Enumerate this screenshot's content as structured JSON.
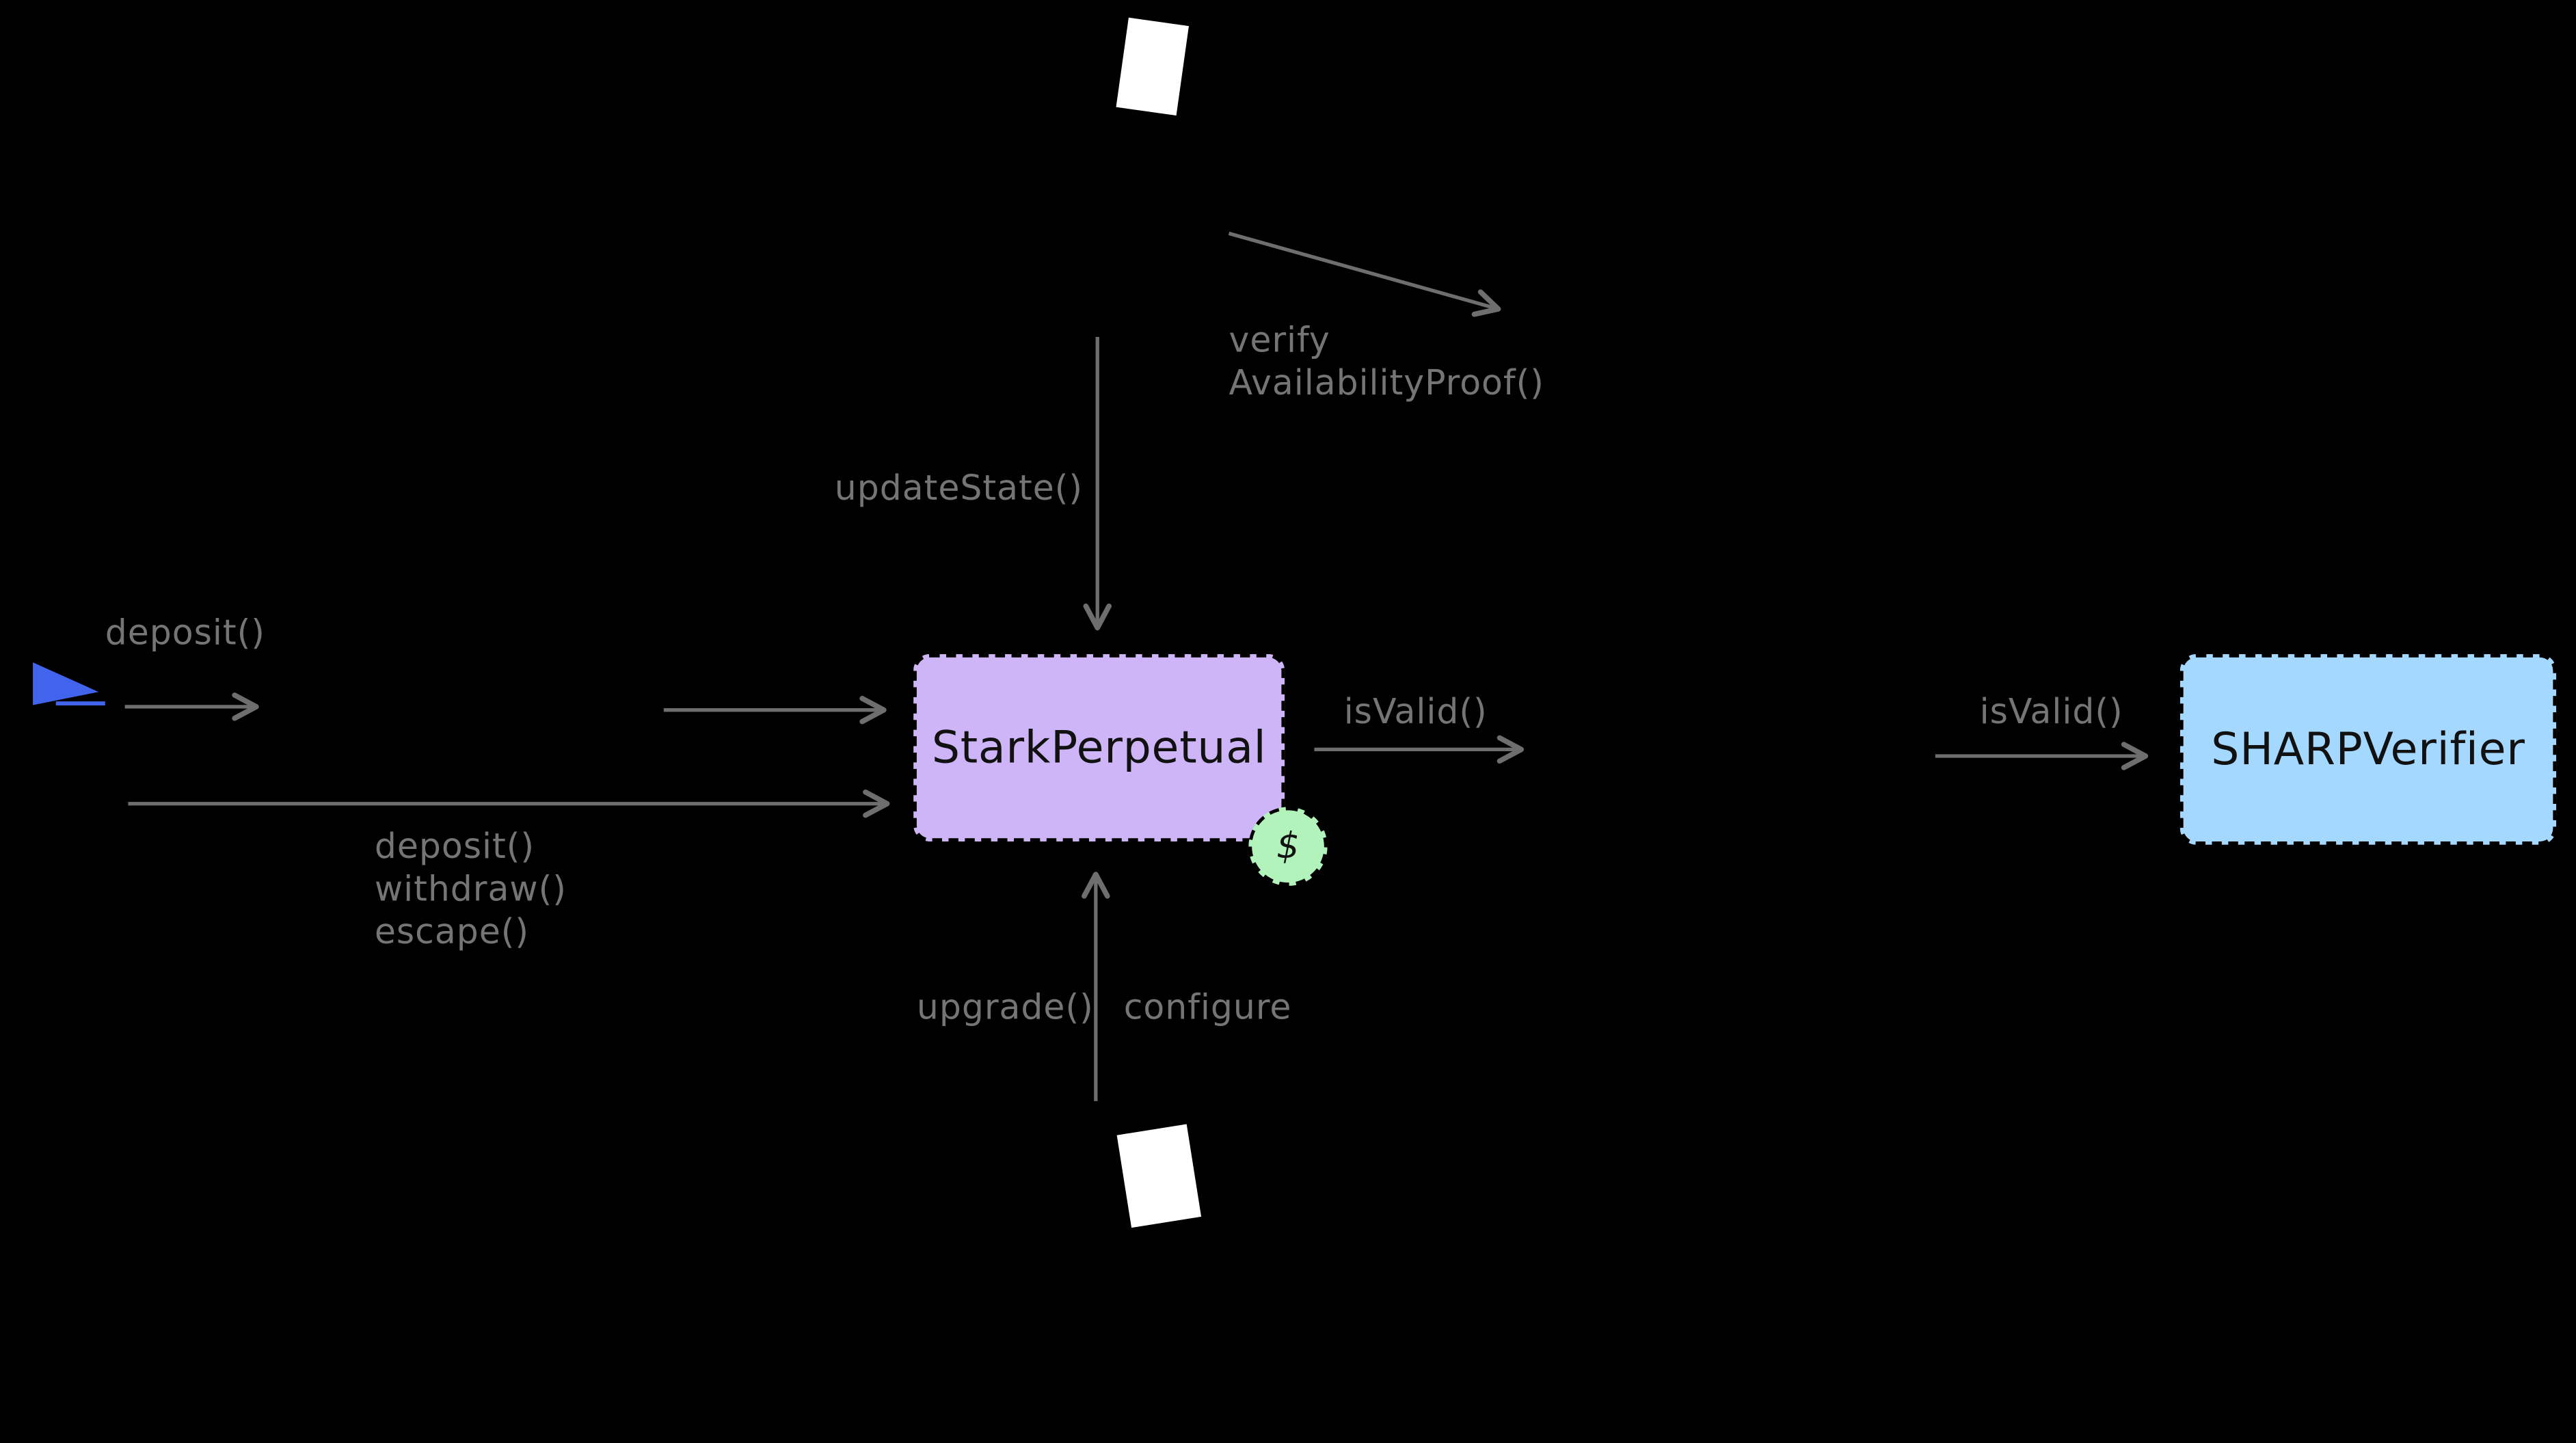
{
  "canvas": {
    "background": "#000000",
    "arrow_color": "#6e6e6e",
    "label_color": "#757575"
  },
  "nodes": {
    "stark_perpetual": {
      "label": "StarkPerpetual",
      "fill": "#cdb5f7"
    },
    "sharp_verifier": {
      "label": "SHARPVerifier",
      "fill": "#a5d8ff"
    },
    "fee_badge": {
      "label": "$",
      "fill": "#b2f2bb"
    }
  },
  "icons": {
    "doc_top": "document-icon",
    "doc_bottom": "document-icon",
    "user_cursor": "cursor-triangle-icon",
    "cursor_color": "#4263eb"
  },
  "labels": {
    "update_state": "updateState()",
    "verify_line1": "verify",
    "verify_line2": "AvailabilityProof()",
    "deposit_top": "deposit()",
    "deposit": "deposit()",
    "withdraw": "withdraw()",
    "escape": "escape()",
    "is_valid_left": "isValid()",
    "is_valid_right": "isValid()",
    "upgrade": "upgrade()",
    "configure": "configure"
  }
}
